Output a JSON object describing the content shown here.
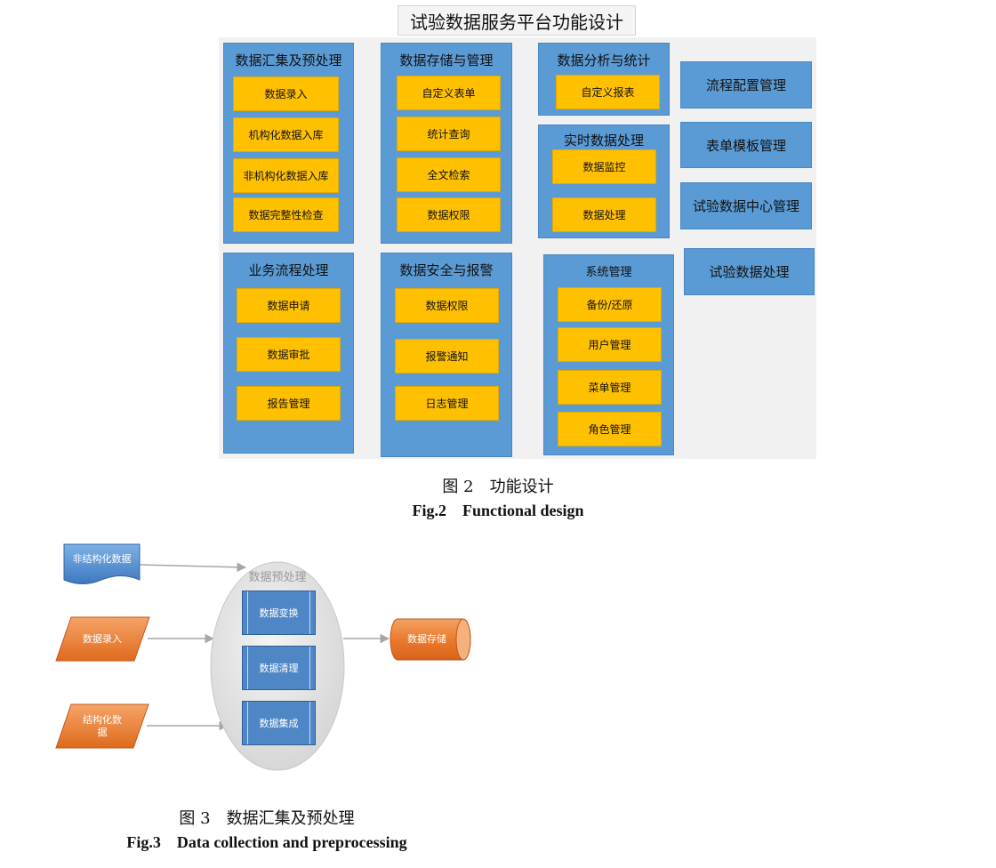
{
  "fig2": {
    "title": "试验数据服务平台功能设计",
    "panels": [
      {
        "title": "数据汇集及预处理",
        "items": [
          "数据录入",
          "机构化数据入库",
          "非机构化数据入库",
          "数据完整性检查"
        ]
      },
      {
        "title": "数据存储与管理",
        "items": [
          "自定义表单",
          "统计查询",
          "全文检索",
          "数据权限"
        ]
      },
      {
        "title": "数据分析与统计",
        "items": [
          "自定义报表"
        ]
      },
      {
        "title": "实时数据处理",
        "items": [
          "数据监控",
          "数据处理"
        ]
      },
      {
        "title": "业务流程处理",
        "items": [
          "数据申请",
          "数据审批",
          "报告管理"
        ]
      },
      {
        "title": "数据安全与报警",
        "items": [
          "数据权限",
          "报警通知",
          "日志管理"
        ]
      },
      {
        "title": "系统管理",
        "items": [
          "备份/还原",
          "用户管理",
          "菜单管理",
          "角色管理"
        ]
      }
    ],
    "right_boxes": [
      "流程配置管理",
      "表单模板管理",
      "试验数据中心管理",
      "试验数据处理"
    ],
    "caption_cn": "图 2　功能设计",
    "caption_en": "Fig.2　Functional design"
  },
  "fig3": {
    "inputs": [
      "非结构化数据",
      "数据录入",
      "结构化数\n据"
    ],
    "preprocess_title": "数据预处理",
    "steps": [
      "数据变换",
      "数据清理",
      "数据集成"
    ],
    "output": "数据存储",
    "caption_cn": "图 3　数据汇集及预处理",
    "caption_en": "Fig.3　Data collection and preprocessing"
  },
  "colors": {
    "panel_blue": "#5b9bd5",
    "item_yellow": "#ffc000",
    "flow_orange": "#ed7d31",
    "flow_blue": "#4f86c6"
  }
}
